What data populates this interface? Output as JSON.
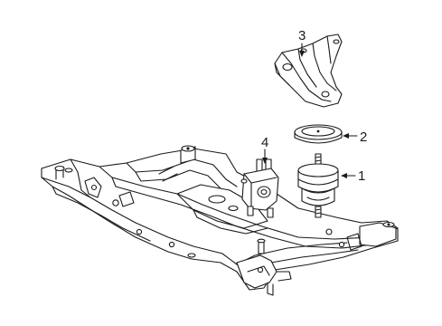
{
  "diagram": {
    "callouts": [
      {
        "id": "1",
        "label": "1",
        "part": "engine-mount"
      },
      {
        "id": "2",
        "label": "2",
        "part": "mount-heat-shield"
      },
      {
        "id": "3",
        "label": "3",
        "part": "mount-bracket"
      },
      {
        "id": "4",
        "label": "4",
        "part": "transmission-mount"
      }
    ],
    "colors": {
      "line": "#1a1a1a",
      "background": "#ffffff"
    }
  }
}
